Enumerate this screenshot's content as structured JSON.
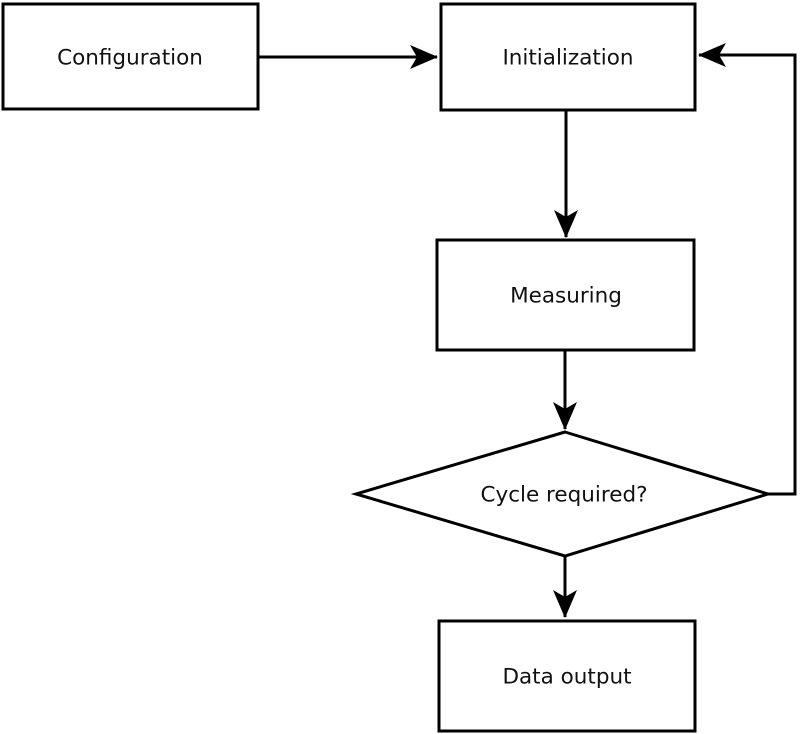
{
  "diagram": {
    "type": "flowchart",
    "background_color": "#ffffff",
    "line_color": "#000000",
    "text_color": "#111111",
    "nodes": [
      {
        "id": "configuration",
        "shape": "rect",
        "label": "Configuration"
      },
      {
        "id": "initialization",
        "shape": "rect",
        "label": "Initialization"
      },
      {
        "id": "measuring",
        "shape": "rect",
        "label": "Measuring"
      },
      {
        "id": "cycle-required",
        "shape": "diamond",
        "label": "Cycle required?"
      },
      {
        "id": "data-output",
        "shape": "rect",
        "label": "Data output"
      }
    ],
    "edges": [
      {
        "from": "configuration",
        "to": "initialization",
        "kind": "forward"
      },
      {
        "from": "initialization",
        "to": "measuring",
        "kind": "forward"
      },
      {
        "from": "measuring",
        "to": "cycle-required",
        "kind": "forward"
      },
      {
        "from": "cycle-required",
        "to": "data-output",
        "kind": "forward"
      },
      {
        "from": "cycle-required",
        "to": "initialization",
        "kind": "feedback-loop"
      }
    ]
  }
}
